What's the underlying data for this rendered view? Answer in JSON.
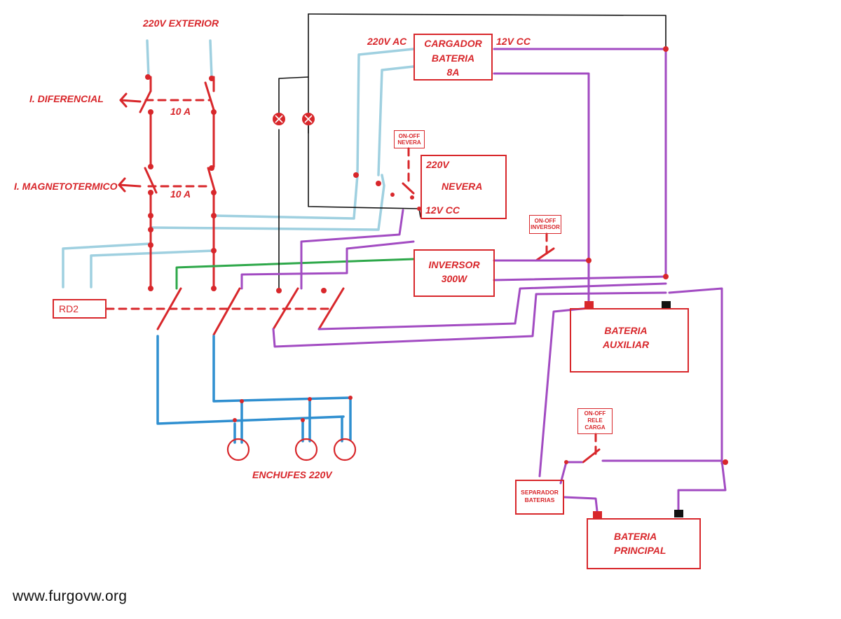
{
  "labels": {
    "exterior": "220V EXTERIOR",
    "diferencial": "I. DIFERENCIAL",
    "diferencial_rating": "10 A",
    "magnetotermico": "I. MAGNETOTERMICO",
    "magnetotermico_rating": "10 A",
    "cargador_ac": "220V AC",
    "cargador_cc": "12V CC",
    "enchufes": "ENCHUFES 220V"
  },
  "cargador": {
    "line1": "CARGADOR",
    "line2": "BATERIA",
    "line3": "8A"
  },
  "nevera": {
    "title": "NEVERA",
    "ac": "220V",
    "dc": "12V CC"
  },
  "inversor": {
    "line1": "INVERSOR",
    "line2": "300W"
  },
  "bateria_auxiliar": {
    "line1": "BATERIA",
    "line2": "AUXILIAR"
  },
  "bateria_principal": {
    "line1": "BATERIA",
    "line2": "PRINCIPAL"
  },
  "switches": {
    "nevera": {
      "line1": "ON-OFF",
      "line2": "NEVERA"
    },
    "inversor": {
      "line1": "ON-OFF",
      "line2": "INVERSOR"
    },
    "rele": {
      "line1": "ON-OFF",
      "line2": "RELE",
      "line3": "CARGA"
    }
  },
  "separador": {
    "line1": "SEPARADOR",
    "line2": "BATERIAS"
  },
  "relay": {
    "label": "RD2"
  },
  "watermark": "www.furgovw.org",
  "colors": {
    "red": "#d8272b",
    "light_blue": "#9fd0e0",
    "blue": "#2f8fd0",
    "purple": "#a24bc2",
    "green": "#2ea84a",
    "black": "#111111"
  }
}
